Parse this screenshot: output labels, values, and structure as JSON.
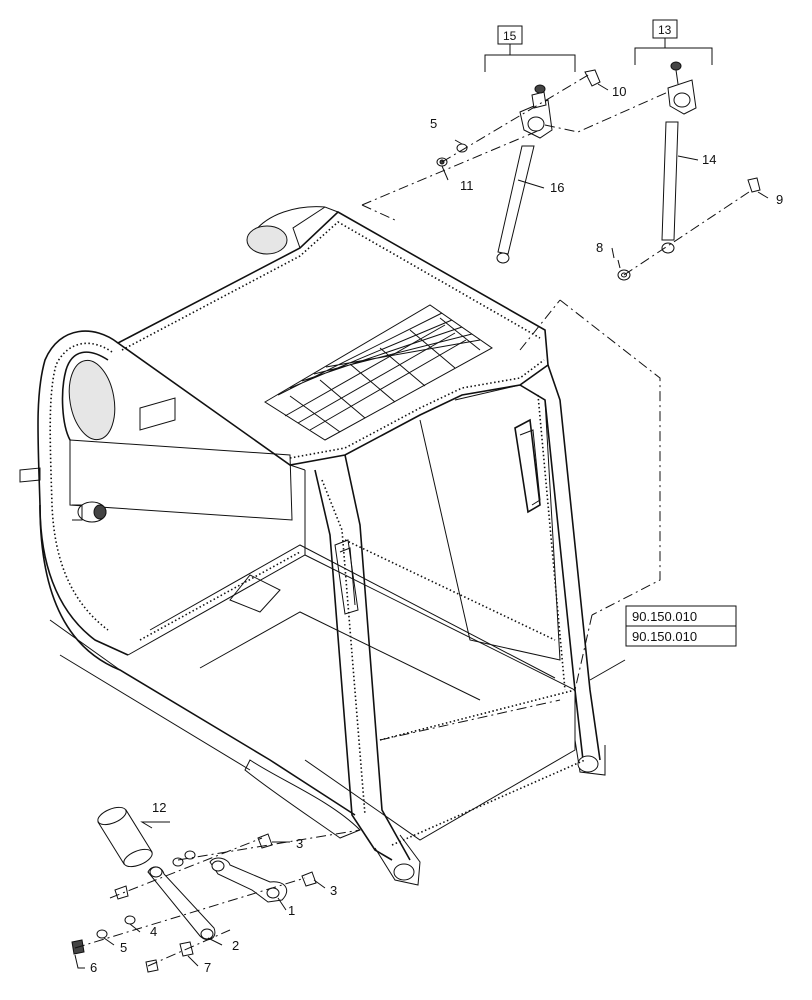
{
  "group_boxes": [
    "15",
    "13"
  ],
  "callouts": [
    "1",
    "2",
    "3",
    "3",
    "4",
    "5",
    "5",
    "6",
    "7",
    "8",
    "9",
    "10",
    "11",
    "12",
    "14",
    "16"
  ],
  "references": [
    "90.150.010",
    "90.150.010"
  ]
}
